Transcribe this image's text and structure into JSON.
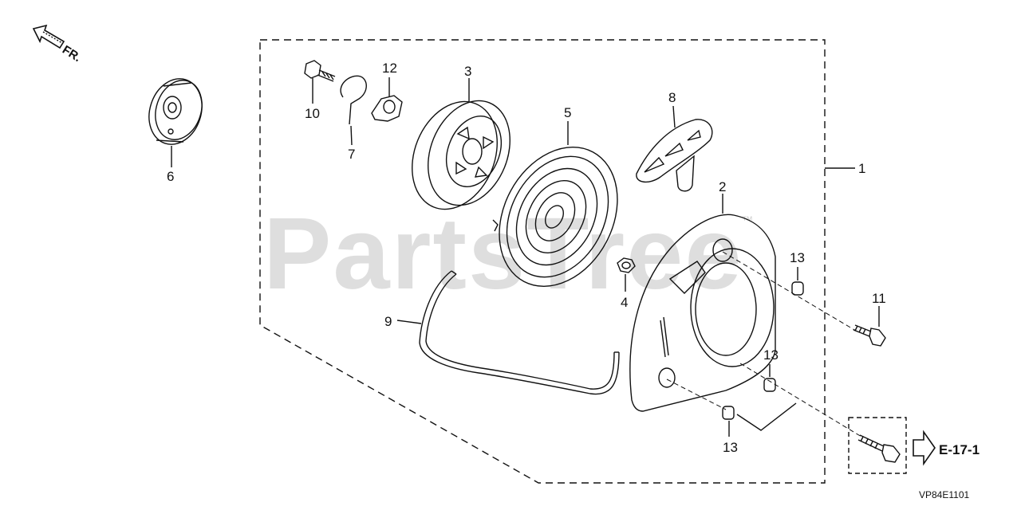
{
  "watermark": {
    "text": "PartsTree",
    "trademark": "™"
  },
  "orientation_label": "FR.",
  "reference_label": "E-17-1",
  "diagram_code": "VP84E1101",
  "callouts": {
    "c1": "1",
    "c2": "2",
    "c3": "3",
    "c4": "4",
    "c5": "5",
    "c6": "6",
    "c7": "7",
    "c8": "8",
    "c9": "9",
    "c10": "10",
    "c11": "11",
    "c12": "12",
    "c13a": "13",
    "c13b": "13",
    "c13c": "13"
  },
  "colors": {
    "line": "#111111",
    "background": "#ffffff",
    "watermark": "#dddddd"
  }
}
